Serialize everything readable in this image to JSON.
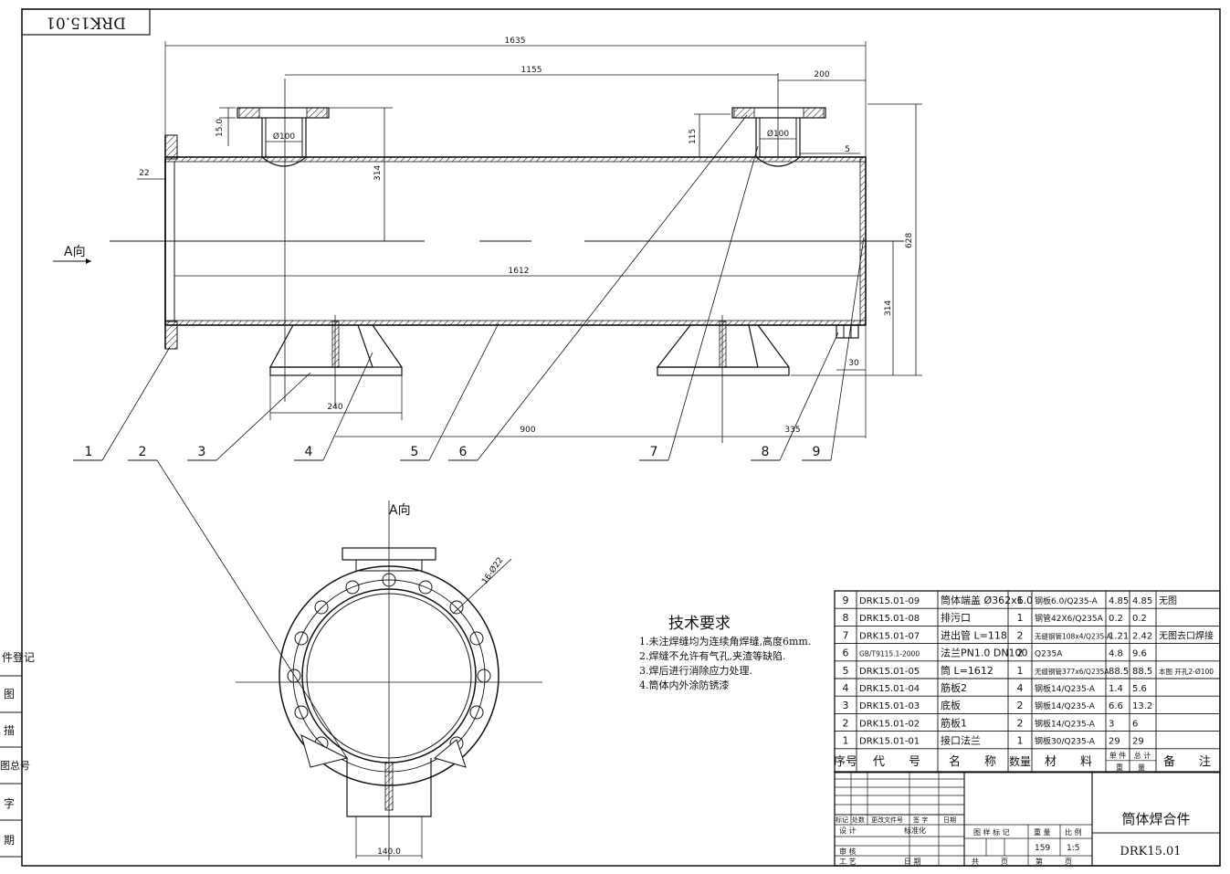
{
  "drawing_no_rotated": "DRK15.01",
  "dims": {
    "d1635": "1635",
    "d1155": "1155",
    "d200": "200",
    "d15": "15.0",
    "d100a": "Ø100",
    "d100b": "Ø100",
    "d115": "115",
    "d314a": "314",
    "d314b": "314",
    "d22": "22",
    "d5": "5",
    "d628": "628",
    "d1612": "1612",
    "d240": "240",
    "d900": "900",
    "d335": "335",
    "d30": "30",
    "d140": "140.0",
    "d16phi22": "16-Ø22"
  },
  "view_label": "A向",
  "view_label_2": "A向",
  "balloons": [
    "1",
    "2",
    "3",
    "4",
    "5",
    "6",
    "7",
    "8",
    "9"
  ],
  "tech": {
    "title": "技术要求",
    "lines": [
      "1.未注焊缝均为连续角焊缝,高度6mm.",
      "2.焊缝不允许有气孔,夹渣等缺陷.",
      "3.焊后进行消除应力处理.",
      "4.筒体内外涂防锈漆"
    ]
  },
  "bom": {
    "rows": [
      {
        "no": "9",
        "code": "DRK15.01-09",
        "name": "筒体端盖 Ø362x6.0",
        "qty": "1",
        "mat": "钢板6.0/Q235-A",
        "unit": "4.85",
        "total": "4.85",
        "note": "无图"
      },
      {
        "no": "8",
        "code": "DRK15.01-08",
        "name": "排污口",
        "qty": "1",
        "mat": "钢管42X6/Q235A",
        "unit": "0.2",
        "total": "0.2",
        "note": ""
      },
      {
        "no": "7",
        "code": "DRK15.01-07",
        "name": "进出管 L=118",
        "qty": "2",
        "mat": "无缝钢管108x4/Q235-A",
        "unit": "1.21",
        "total": "2.42",
        "note": "无图去口焊接"
      },
      {
        "no": "6",
        "code": "GB/T9115.1-2000",
        "name": "法兰PN1.0 DN100",
        "qty": "2",
        "mat": "Q235A",
        "unit": "4.8",
        "total": "9.6",
        "note": ""
      },
      {
        "no": "5",
        "code": "DRK15.01-05",
        "name": "筒 L=1612",
        "qty": "1",
        "mat": "无缝钢管377x6/Q235A",
        "unit": "88.5",
        "total": "88.5",
        "note": "本图 开孔2-Ø100"
      },
      {
        "no": "4",
        "code": "DRK15.01-04",
        "name": "筋板2",
        "qty": "4",
        "mat": "钢板14/Q235-A",
        "unit": "1.4",
        "total": "5.6",
        "note": ""
      },
      {
        "no": "3",
        "code": "DRK15.01-03",
        "name": "底板",
        "qty": "2",
        "mat": "钢板14/Q235-A",
        "unit": "6.6",
        "total": "13.2",
        "note": ""
      },
      {
        "no": "2",
        "code": "DRK15.01-02",
        "name": "筋板1",
        "qty": "2",
        "mat": "钢板14/Q235-A",
        "unit": "3",
        "total": "6",
        "note": ""
      },
      {
        "no": "1",
        "code": "DRK15.01-01",
        "name": "接口法兰",
        "qty": "1",
        "mat": "钢板30/Q235-A",
        "unit": "29",
        "total": "29",
        "note": ""
      }
    ],
    "headers": {
      "no": "序号",
      "code": "代　　号",
      "name": "名　　称",
      "qty": "数量",
      "mat": "材　　料",
      "unit_top": "单 件",
      "total_top": "总 计",
      "weight_bottom": "重　　量",
      "note": "备　　注"
    }
  },
  "title_block": {
    "title": "筒体焊合件",
    "drawing_no": "DRK15.01",
    "mark": "标记",
    "count": "处数",
    "change": "更改文件号",
    "sign": "签 字",
    "date": "日期",
    "design": "设 计",
    "standard": "标准化",
    "review": "审 核",
    "process": "工 艺",
    "date2": "日 期",
    "stage": "图 样 标 记",
    "weight": "重 量",
    "scale": "比 例",
    "weight_val": "159",
    "scale_val": "1:5",
    "total_sheets": "共　　　页",
    "sheet": "第　　　页"
  },
  "side_labels": [
    "件登记",
    "图",
    "描",
    "图总号",
    "字",
    "期"
  ]
}
